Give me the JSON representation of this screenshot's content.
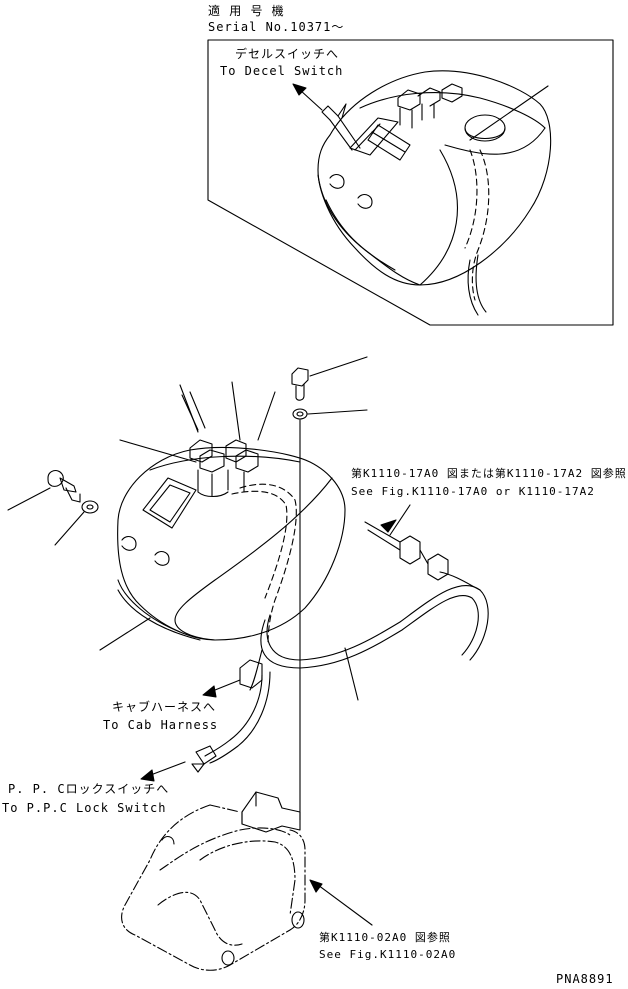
{
  "applicable_serial": {
    "jp": "適 用 号 機",
    "en": "Serial No.10371～"
  },
  "inset": {
    "decel_switch_jp": "デセルスイッチへ",
    "decel_switch_en": "To Decel Switch"
  },
  "callouts": {
    "ref_17_jp": "第K1110-17A0 図または第K1110-17A2 図参照",
    "ref_17_en": "See Fig.K1110-17A0 or K1110-17A2",
    "cab_harness_jp": "キャブハーネスへ",
    "cab_harness_en": "To Cab Harness",
    "ppc_jp": "P. P. Cロックスイッチへ",
    "ppc_en": "To P.P.C Lock Switch",
    "ref_02_jp": "第K1110-02A0 図参照",
    "ref_02_en": "See Fig.K1110-02A0"
  },
  "drawing_number": "PNA8891",
  "colors": {
    "ink": "#000000",
    "paper": "#ffffff"
  }
}
